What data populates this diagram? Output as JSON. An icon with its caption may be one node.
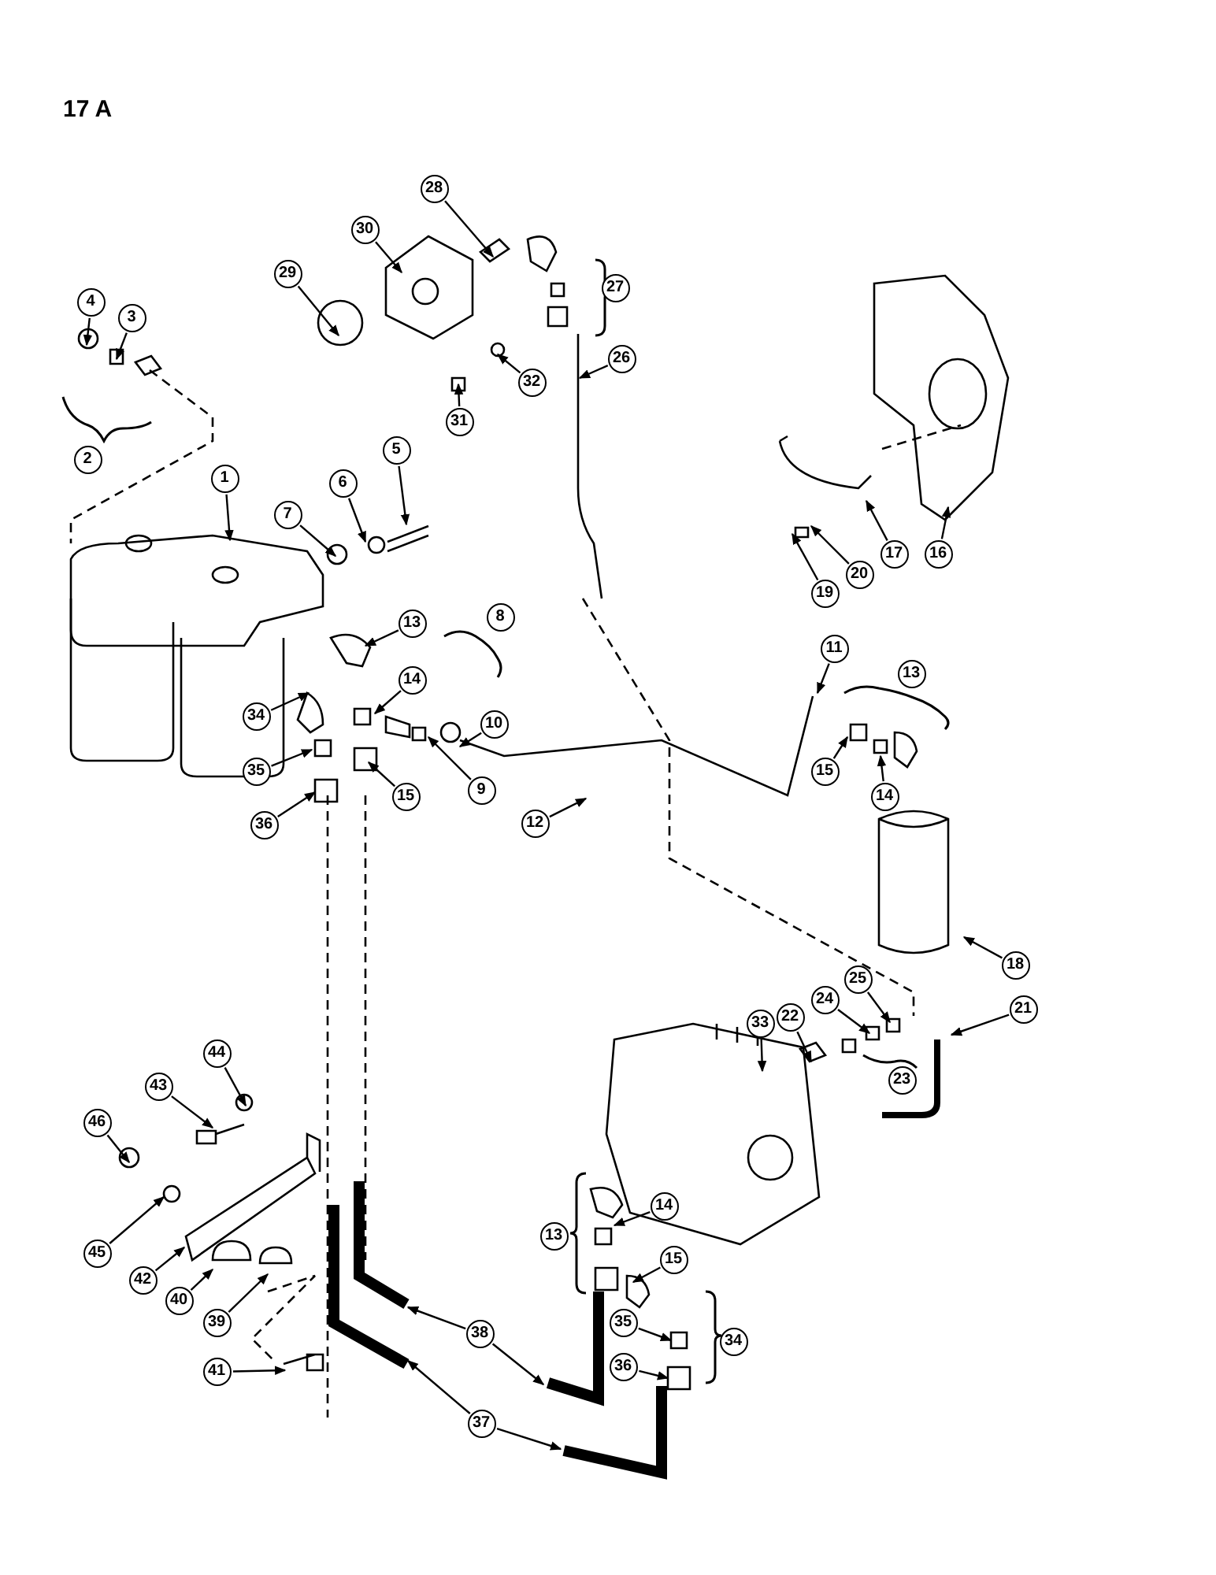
{
  "diagram": {
    "nodes": [
      {
        "text": [
          "28"
        ]
      },
      {
        "text": [
          "30"
        ]
      },
      {
        "text": [
          "29"
        ]
      },
      {
        "text": [
          "4"
        ]
      },
      {
        "text": [
          "3"
        ]
      },
      {
        "text": [
          "26"
        ]
      },
      {
        "text": [
          "32"
        ]
      },
      {
        "text": [
          "31"
        ]
      },
      {
        "text": [
          "5"
        ]
      },
      {
        "text": [
          "1"
        ]
      },
      {
        "text": [
          "6"
        ]
      },
      {
        "text": [
          "7"
        ]
      },
      {
        "text": [
          "16"
        ]
      },
      {
        "text": [
          "17"
        ]
      },
      {
        "text": [
          "20"
        ]
      },
      {
        "text": [
          "19"
        ]
      },
      {
        "text": [
          "13"
        ]
      },
      {
        "text": [
          "11"
        ]
      },
      {
        "text": [
          "34"
        ]
      },
      {
        "text": [
          "14"
        ]
      },
      {
        "text": [
          "15"
        ]
      },
      {
        "text": [
          "9"
        ]
      },
      {
        "text": [
          "14"
        ]
      },
      {
        "text": [
          "10"
        ]
      },
      {
        "text": [
          "15"
        ]
      },
      {
        "text": [
          "35"
        ]
      },
      {
        "text": [
          "12"
        ]
      },
      {
        "text": [
          "36"
        ]
      },
      {
        "text": [
          "18"
        ]
      },
      {
        "text": [
          "25"
        ]
      },
      {
        "text": [
          "24"
        ]
      },
      {
        "text": [
          "21"
        ]
      },
      {
        "text": [
          "22"
        ]
      },
      {
        "text": [
          "33"
        ]
      },
      {
        "text": [
          "44"
        ]
      },
      {
        "text": [
          "43"
        ]
      },
      {
        "text": [
          "46"
        ]
      },
      {
        "text": [
          "14"
        ]
      },
      {
        "text": [
          "15"
        ]
      },
      {
        "text": [
          "45"
        ]
      },
      {
        "text": [
          "42"
        ]
      },
      {
        "text": [
          "40"
        ]
      },
      {
        "text": [
          "35"
        ]
      },
      {
        "text": [
          "39"
        ]
      },
      {
        "text": [
          "38"
        ]
      },
      {
        "text": [
          "36"
        ]
      },
      {
        "text": [
          "41"
        ]
      },
      {
        "text": [
          "37"
        ]
      },
      {
        "text": [
          "27"
        ]
      },
      {
        "text": [
          "2"
        ]
      },
      {
        "text": [
          "8"
        ]
      },
      {
        "text": [
          "13"
        ]
      },
      {
        "text": [
          "23"
        ]
      },
      {
        "text": [
          "13"
        ]
      },
      {
        "text": [
          "34"
        ]
      }
    ],
    "edges": [
      {
        "from": 0,
        "to": null,
        "arrow": "to"
      },
      {
        "from": 1,
        "to": null,
        "arrow": "to"
      },
      {
        "from": 2,
        "to": null,
        "arrow": "to"
      },
      {
        "from": 3,
        "to": null,
        "arrow": "to"
      },
      {
        "from": 4,
        "to": null,
        "arrow": "to"
      },
      {
        "from": 5,
        "to": null,
        "arrow": "to"
      },
      {
        "from": 6,
        "to": null,
        "arrow": "to"
      },
      {
        "from": 7,
        "to": null,
        "arrow": "to"
      },
      {
        "from": 8,
        "to": null,
        "arrow": "to"
      },
      {
        "from": 9,
        "to": null,
        "arrow": "to"
      },
      {
        "from": 10,
        "to": null,
        "arrow": "to"
      },
      {
        "from": 11,
        "to": null,
        "arrow": "to"
      },
      {
        "from": 12,
        "to": null,
        "arrow": "to"
      },
      {
        "from": 13,
        "to": null,
        "arrow": "to"
      },
      {
        "from": 14,
        "to": null,
        "arrow": "to"
      },
      {
        "from": 15,
        "to": null,
        "arrow": "to"
      },
      {
        "from": 16,
        "to": null,
        "arrow": "to"
      },
      {
        "from": 17,
        "to": null,
        "arrow": "to"
      },
      {
        "from": 18,
        "to": null,
        "arrow": "to"
      },
      {
        "from": 19,
        "to": null,
        "arrow": "to"
      },
      {
        "from": 20,
        "to": null,
        "arrow": "to"
      },
      {
        "from": 21,
        "to": null,
        "arrow": "to"
      },
      {
        "from": 22,
        "to": null,
        "arrow": "to"
      },
      {
        "from": 23,
        "to": null,
        "arrow": "to"
      },
      {
        "from": 24,
        "to": null,
        "arrow": "to"
      },
      {
        "from": 25,
        "to": null,
        "arrow": "to"
      },
      {
        "from": 26,
        "to": null,
        "arrow": "to"
      },
      {
        "from": 27,
        "to": null,
        "arrow": "to"
      },
      {
        "from": 28,
        "to": null,
        "arrow": "to"
      },
      {
        "from": 29,
        "to": null,
        "arrow": "to"
      },
      {
        "from": 30,
        "to": null,
        "arrow": "to"
      },
      {
        "from": 31,
        "to": null,
        "arrow": "to"
      },
      {
        "from": 32,
        "to": null,
        "arrow": "to"
      },
      {
        "from": 33,
        "to": null,
        "arrow": "to"
      },
      {
        "from": 34,
        "to": null,
        "arrow": "to"
      },
      {
        "from": 35,
        "to": null,
        "arrow": "to"
      },
      {
        "from": 36,
        "to": null,
        "arrow": "to"
      },
      {
        "from": 37,
        "to": null,
        "arrow": "to"
      },
      {
        "from": 38,
        "to": null,
        "arrow": "to"
      },
      {
        "from": 39,
        "to": null,
        "arrow": "to"
      },
      {
        "from": 40,
        "to": null,
        "arrow": "to"
      },
      {
        "from": 41,
        "to": null,
        "arrow": "to"
      },
      {
        "from": 42,
        "to": null,
        "arrow": "to"
      },
      {
        "from": 43,
        "to": null,
        "arrow": "to"
      },
      {
        "from": 44,
        "to": null,
        "arrow": "to"
      },
      {
        "from": 44,
        "to": null,
        "arrow": "to"
      },
      {
        "from": 45,
        "to": null,
        "arrow": "to"
      },
      {
        "from": 46,
        "to": null,
        "arrow": "to"
      },
      {
        "from": 47,
        "to": null,
        "arrow": "to"
      },
      {
        "from": 47,
        "to": null,
        "arrow": "to"
      }
    ],
    "labels": [
      "17 A"
    ]
  }
}
